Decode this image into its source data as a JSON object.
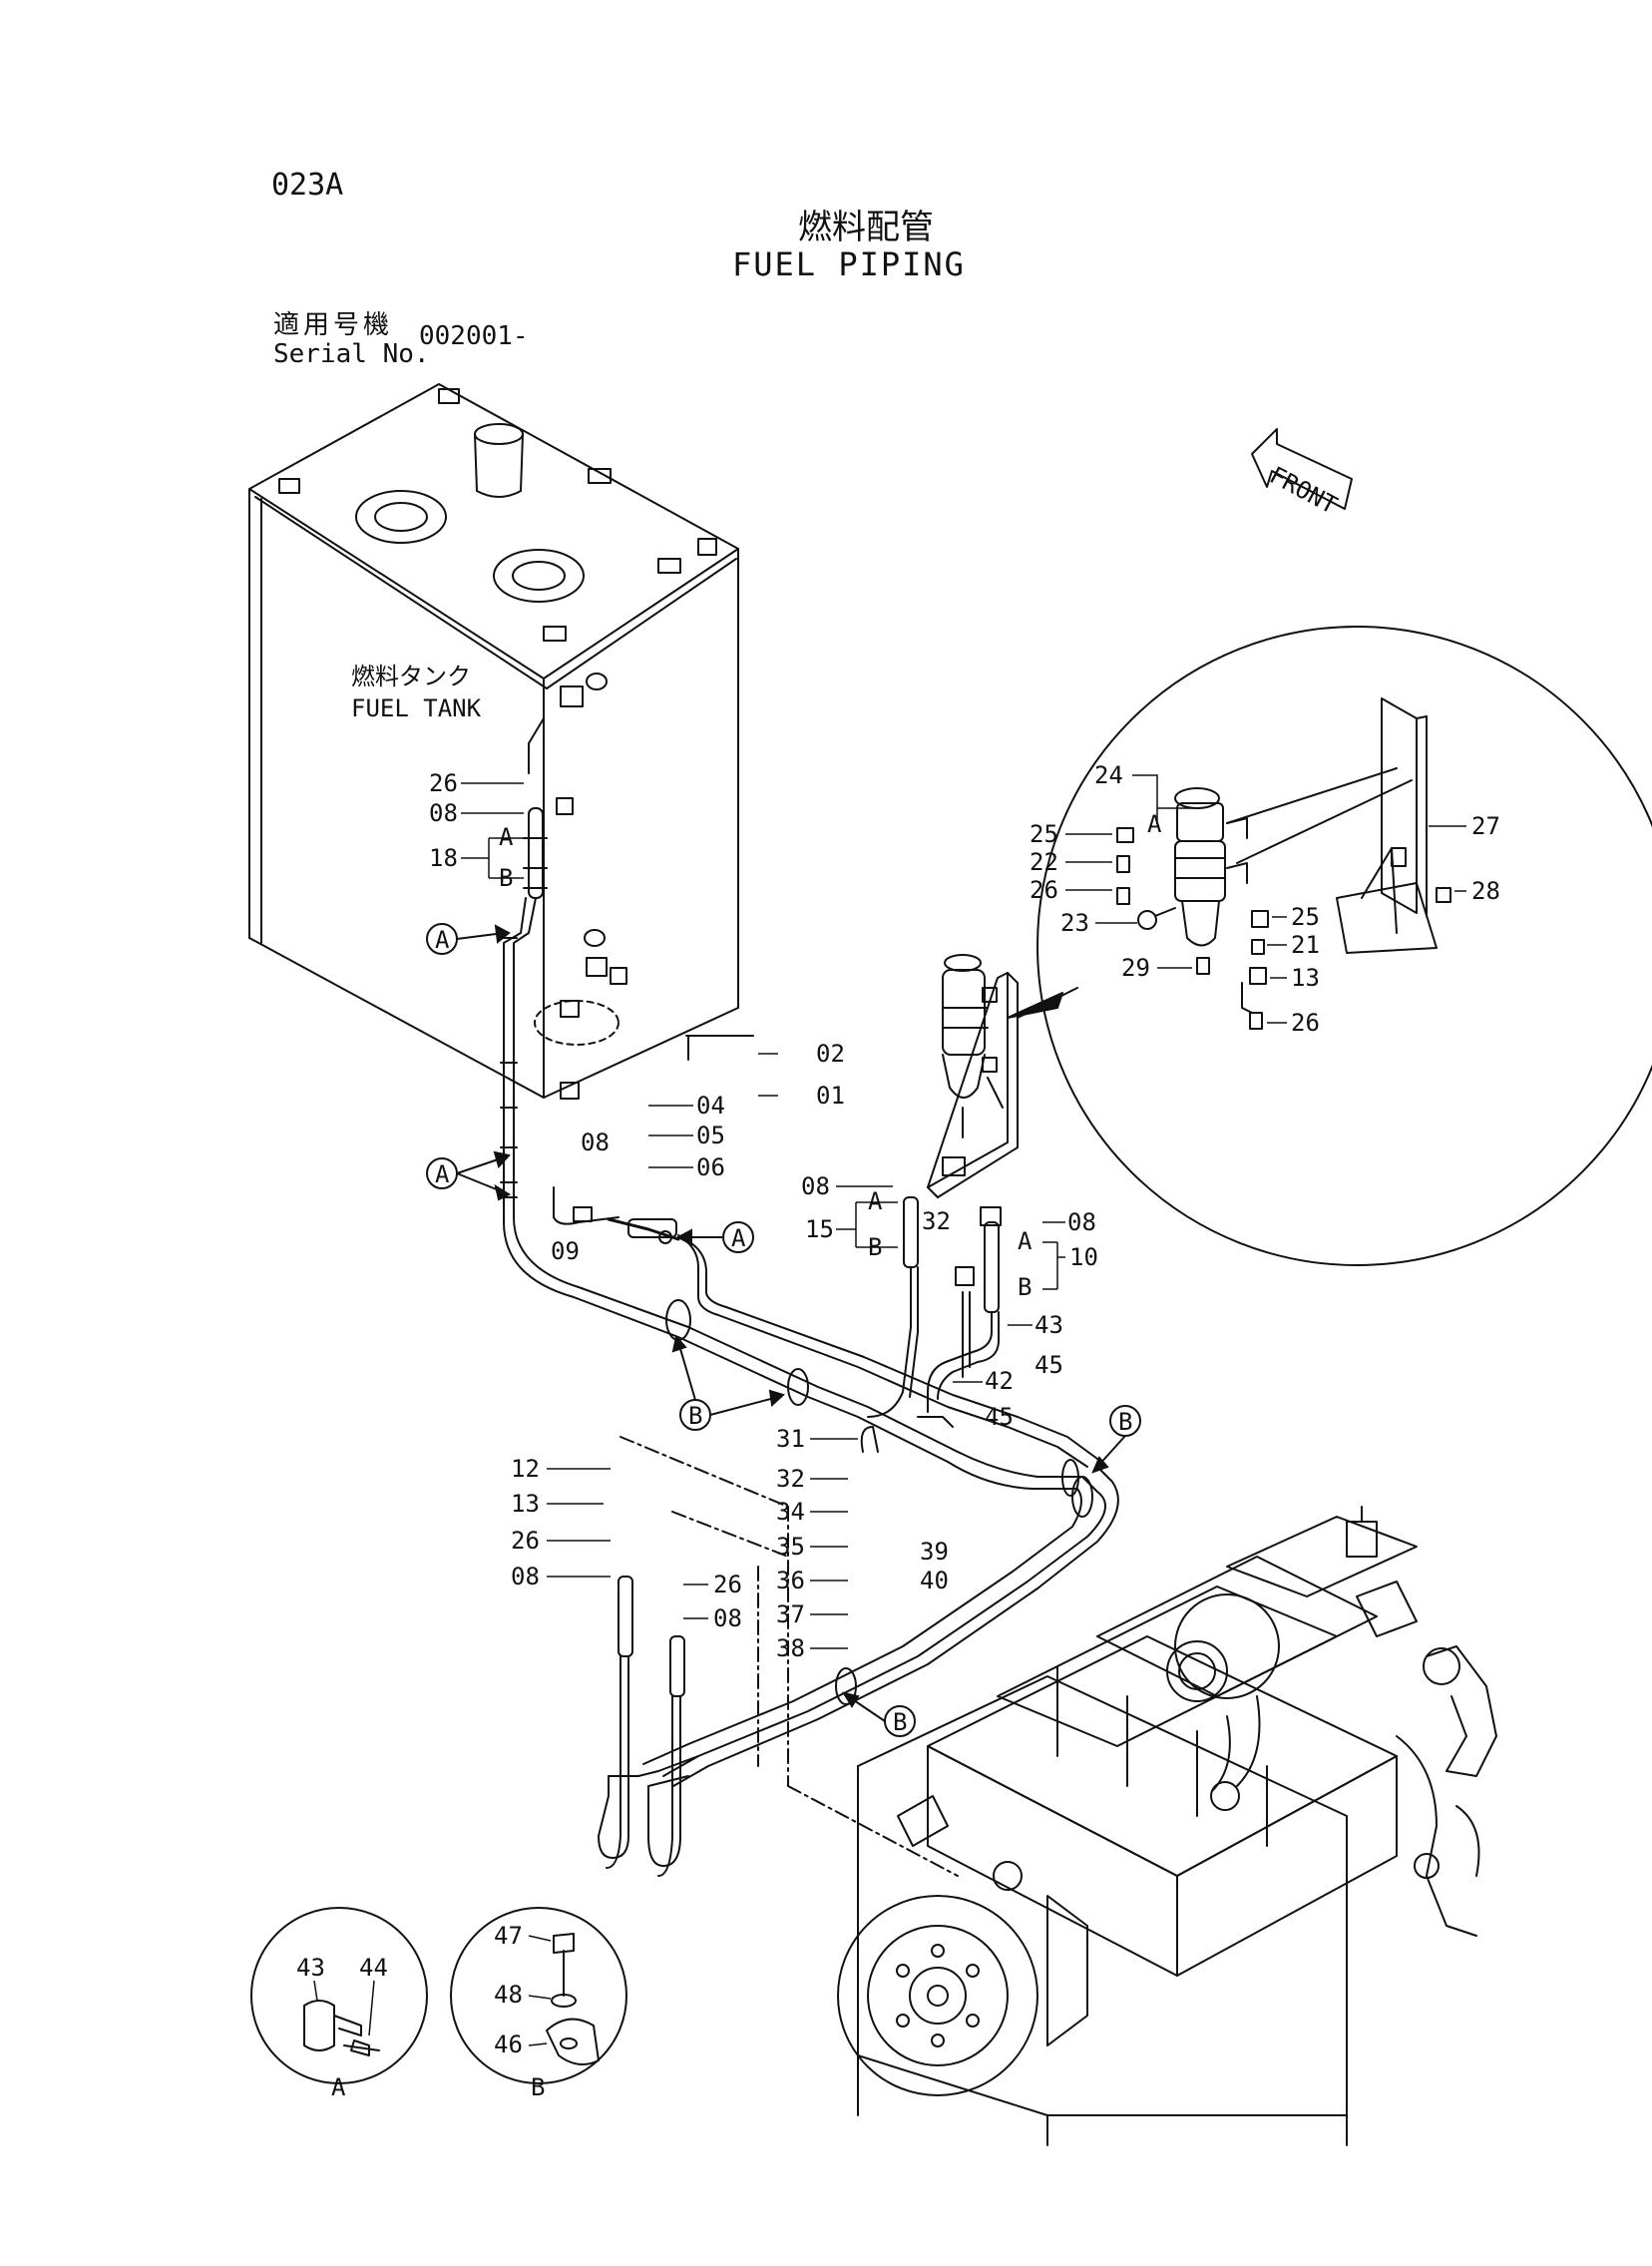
{
  "header": {
    "page_id": "023A",
    "title_jp": "燃料配管",
    "title_en": "FUEL PIPING",
    "serial_label_jp": "適用号機",
    "serial_label_en": "Serial No.",
    "serial_value": "002001-"
  },
  "labels": {
    "front": "FRONT",
    "tank_jp": "燃料タンク",
    "tank_en": "FUEL TANK"
  },
  "callout_markers": [
    "A",
    "B"
  ],
  "part_numbers": {
    "tank_side": [
      "26",
      "08",
      "18",
      "02",
      "01",
      "04",
      "05",
      "06",
      "08",
      "09"
    ],
    "filter_side": [
      "08",
      "15",
      "32",
      "08",
      "10",
      "43",
      "45",
      "42",
      "45"
    ],
    "detail_circle": [
      "24",
      "25",
      "22",
      "26",
      "23",
      "29",
      "27",
      "28",
      "25",
      "21",
      "13",
      "26"
    ],
    "lower_left": [
      "12",
      "13",
      "26",
      "08",
      "26",
      "08"
    ],
    "lower_center": [
      "31",
      "32",
      "34",
      "35",
      "39",
      "36",
      "40",
      "37",
      "38"
    ],
    "detail_A": [
      "43",
      "44"
    ],
    "detail_B": [
      "47",
      "48",
      "46"
    ]
  }
}
